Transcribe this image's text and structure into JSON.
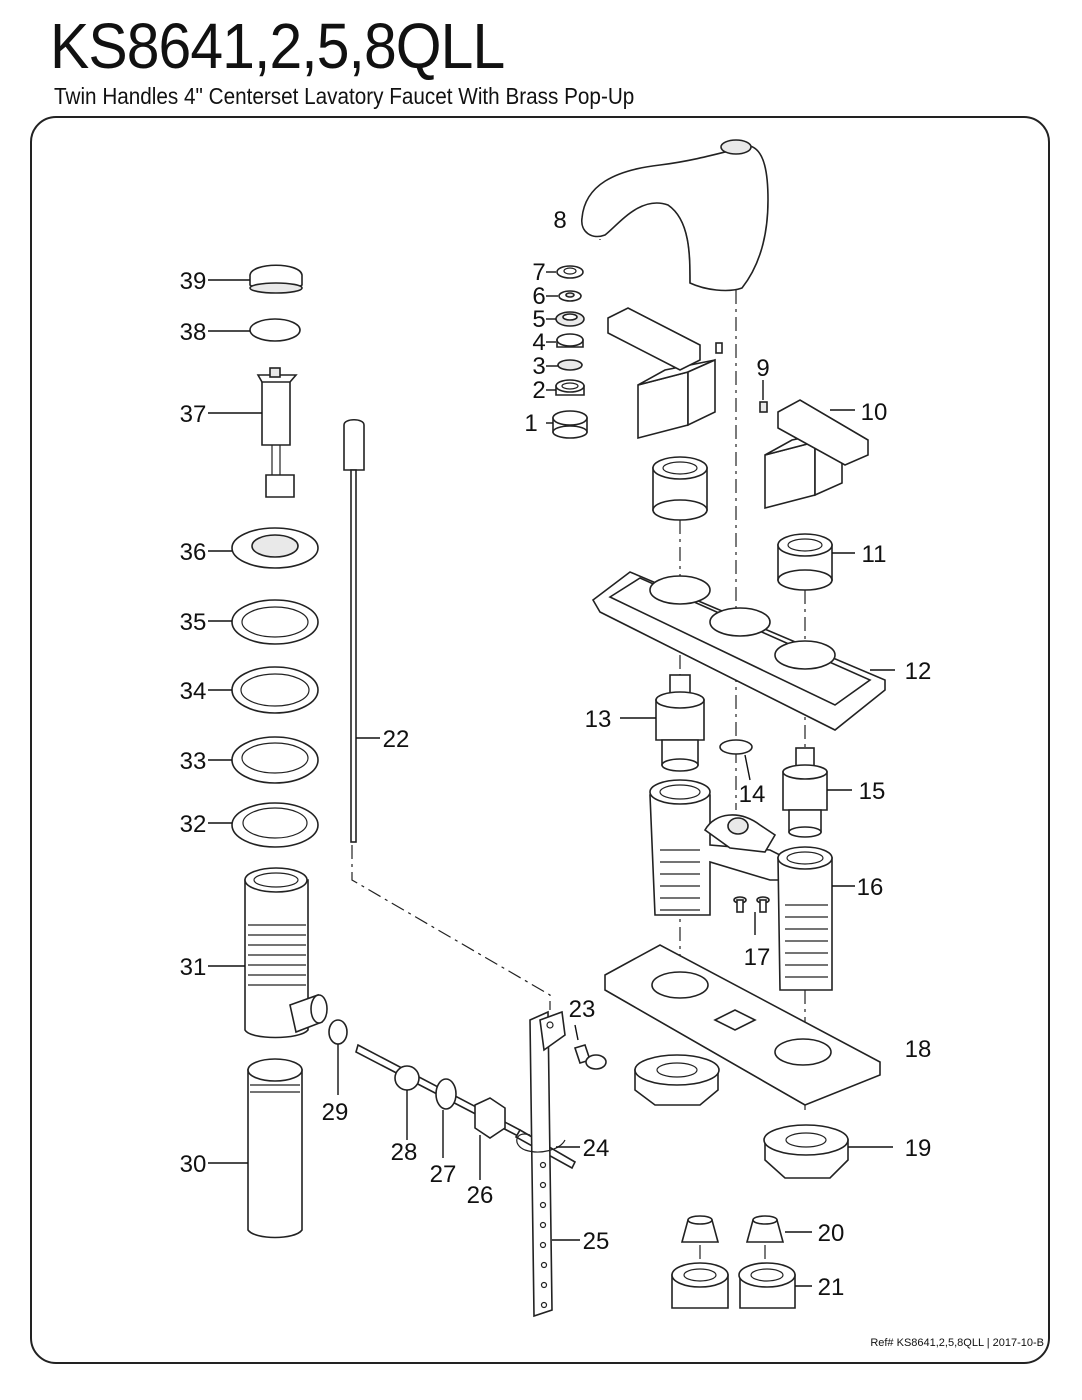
{
  "header": {
    "model": "KS8641,2,5,8QLL",
    "description": "Twin Handles 4\" Centerset Lavatory Faucet With Brass Pop-Up"
  },
  "footer": {
    "reference": "Ref# KS8641,2,5,8QLL | 2017-10-B"
  },
  "callouts": [
    "1",
    "2",
    "3",
    "4",
    "5",
    "6",
    "7",
    "8",
    "9",
    "10",
    "11",
    "12",
    "13",
    "14",
    "15",
    "16",
    "17",
    "18",
    "19",
    "20",
    "21",
    "22",
    "23",
    "24",
    "25",
    "26",
    "27",
    "28",
    "29",
    "30",
    "31",
    "32",
    "33",
    "34",
    "35",
    "36",
    "37",
    "38",
    "39"
  ]
}
